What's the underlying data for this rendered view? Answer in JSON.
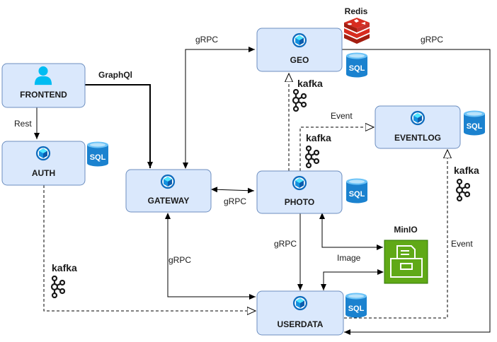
{
  "services": {
    "frontend": "FRONTEND",
    "auth": "AUTH",
    "gateway": "GATEWAY",
    "geo": "GEO",
    "photo": "PHOTO",
    "eventlog": "EVENTLOG",
    "userdata": "USERDATA"
  },
  "stores": {
    "sql": "SQL",
    "redis": "Redis",
    "minio": "MinIO",
    "kafka": "kafka"
  },
  "edges": {
    "graphql": "GraphQl",
    "rest": "Rest",
    "grpc_gateway_geo": "gRPC",
    "grpc_geo_userdata": "gRPC",
    "grpc_gateway_photo": "gRPC",
    "grpc_gateway_userdata": "gRPC",
    "grpc_photo_userdata": "gRPC",
    "event_photo_eventlog": "Event",
    "event_userdata_eventlog": "Event",
    "image": "Image"
  },
  "colors": {
    "box_fill": "#dae8fc",
    "box_stroke": "#6c8ebf",
    "sql_blue": "#1b82cf",
    "redis_red": "#d82c20",
    "minio_green": "#60a917"
  }
}
